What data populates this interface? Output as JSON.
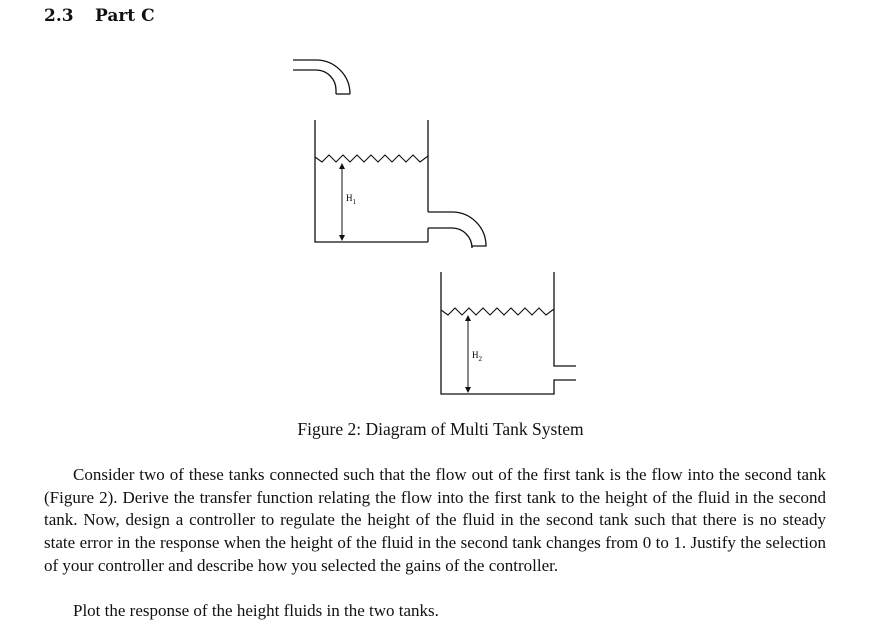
{
  "section": {
    "number": "2.3",
    "title": "Part C"
  },
  "figure": {
    "label_h1": "H",
    "label_h1_sub": "1",
    "label_h2": "H",
    "label_h2_sub": "2",
    "caption": "Figure 2: Diagram of Multi Tank System"
  },
  "body": {
    "paragraph_1": "Consider two of these tanks connected such that the flow out of the first tank is the flow into the second tank (Figure 2). Derive the transfer function relating the flow into the first tank to the height of the fluid in the second tank. Now, design a controller to regulate the height of the fluid in the second tank such that there is no steady state error in the response when the height of the fluid in the second tank changes from 0 to 1. Justify the selection of your controller and describe how you selected the gains of the controller.",
    "paragraph_2": "Plot the response of the height fluids in the two tanks."
  }
}
